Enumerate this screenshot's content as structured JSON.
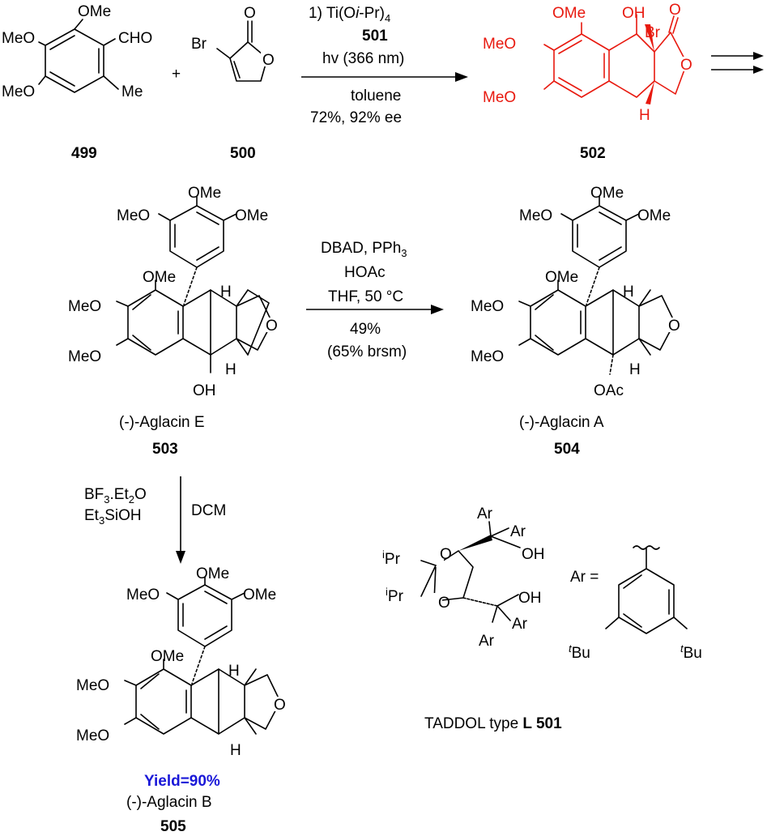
{
  "compounds": {
    "c499": {
      "label": "499",
      "groups": [
        "OMe",
        "MeO",
        "CHO",
        "MeO",
        "Me"
      ]
    },
    "c500": {
      "label": "500",
      "groups": [
        "O",
        "Br",
        "O"
      ]
    },
    "c502": {
      "label": "502",
      "groups": [
        "OMe",
        "OH",
        "Br",
        "O",
        "MeO",
        "O",
        "MeO",
        "H"
      ]
    },
    "c503": {
      "label": "503",
      "name": "(-)-Aglacin E",
      "groups": [
        "OMe",
        "MeO",
        "OMe",
        "OMe",
        "H",
        "MeO",
        "O",
        "MeO",
        "H",
        "OH"
      ]
    },
    "c504": {
      "label": "504",
      "name": "(-)-Aglacin A",
      "groups": [
        "OMe",
        "MeO",
        "OMe",
        "OMe",
        "H",
        "MeO",
        "O",
        "MeO",
        "H",
        "OAc"
      ]
    },
    "c505": {
      "label": "505",
      "name": "(-)-Aglacin B",
      "yield": "Yield=90%",
      "groups": [
        "OMe",
        "MeO",
        "OMe",
        "OMe",
        "H",
        "MeO",
        "O",
        "MeO",
        "H"
      ]
    }
  },
  "plus": "+",
  "step1": {
    "line1": "1) Ti(O",
    "line1_i": "i",
    "line1_b": "-Pr)",
    "line1_sub": "4",
    "catalyst": "501",
    "line3": "hv (366 nm)",
    "line4": "toluene",
    "line5": "72%, 92% ee"
  },
  "step2": {
    "l1a": "DBAD, PPh",
    "l1sub": "3",
    "l2": "HOAc",
    "l3": "THF, 50 °C",
    "l4": "49%",
    "l5": "(65% brsm)"
  },
  "step3": {
    "l1a": "BF",
    "l1s1": "3",
    "l1b": ".Et",
    "l1s2": "2",
    "l1c": "O",
    "l2a": "Et",
    "l2s": "3",
    "l2b": "SiOH",
    "solvent": "DCM"
  },
  "taddol": {
    "ar": "Ar",
    "oh": "OH",
    "o": "O",
    "ipr_sup": "i",
    "ipr": "Pr",
    "ar_eq": "Ar =",
    "tbu_sup": "t",
    "tbu": "Bu",
    "caption": "TADDOL type ",
    "caption_bold": "L 501"
  }
}
